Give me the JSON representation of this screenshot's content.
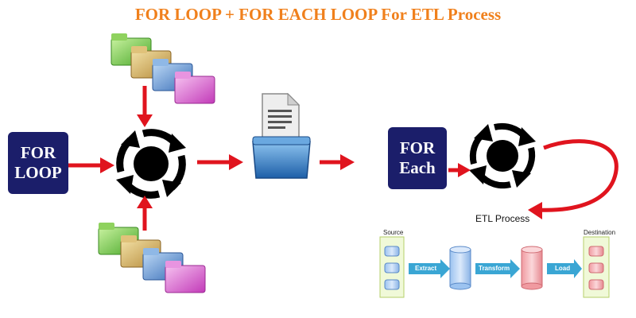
{
  "title": "FOR LOOP + FOR EACH LOOP For ETL Process",
  "for_loop_box": "FOR\nLOOP",
  "for_each_box": "FOR\nEach",
  "etl_label": "ETL Process",
  "etl_diagram": {
    "source_label": "Source",
    "destination_label": "Destination",
    "extract_label": "Extract",
    "transform_label": "Transform",
    "load_label": "Load"
  },
  "icons": [
    "folder-stack-icon",
    "cycle-icon",
    "document-tray-icon",
    "database-icon"
  ],
  "colors": {
    "title": "#f0801c",
    "box": "#1b1e6a",
    "arrow": "#e0141e",
    "etl_arrow": "#3aa6d4"
  }
}
